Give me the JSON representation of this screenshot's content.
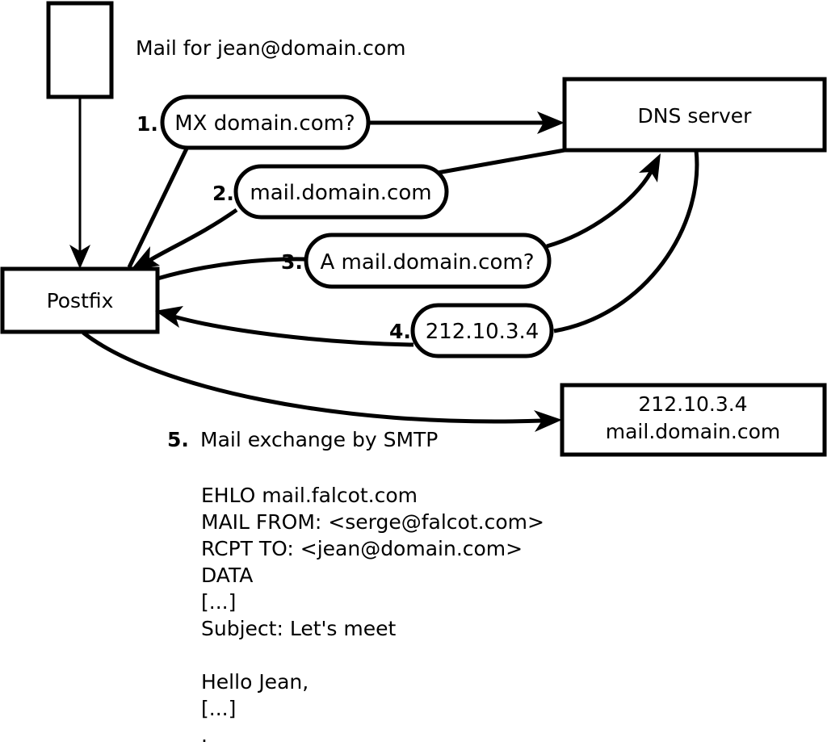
{
  "diagram": {
    "title_note": "Mail for jean@domain.com",
    "nodes": [
      {
        "id": "sender-box",
        "label": ""
      },
      {
        "id": "postfix",
        "label": "Postfix"
      },
      {
        "id": "dns-server",
        "label": "DNS server"
      },
      {
        "id": "target-server",
        "label_line1": "212.10.3.4",
        "label_line2": "mail.domain.com"
      }
    ],
    "steps": [
      {
        "number": "1.",
        "label": "MX domain.com?"
      },
      {
        "number": "2.",
        "label": "mail.domain.com"
      },
      {
        "number": "3.",
        "label": "A mail.domain.com?"
      },
      {
        "number": "4.",
        "label": "212.10.3.4"
      }
    ],
    "step5": {
      "number": "5.",
      "label": "Mail exchange by SMTP"
    },
    "transcript": [
      "EHLO mail.falcot.com",
      "MAIL FROM: <serge@falcot.com>",
      "RCPT TO: <jean@domain.com>",
      "DATA",
      "[...]",
      "Subject: Let's meet",
      "",
      "Hello Jean,",
      "[...]",
      "."
    ],
    "colors": {
      "background": "#ffffff",
      "stroke": "#000000",
      "text": "#000000"
    }
  }
}
